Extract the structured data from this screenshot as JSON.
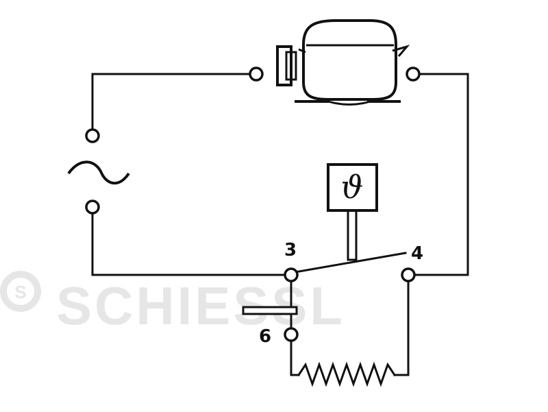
{
  "diagram": {
    "terminal_labels": {
      "common": "3",
      "contact_4": "4",
      "contact_6": "6"
    },
    "thermostat_symbol": "ϑ",
    "ac_source_symbol": "~"
  },
  "watermark": {
    "text": "SCHIESSL",
    "logo_letter": "S"
  },
  "colors": {
    "line": "#111111",
    "background": "#ffffff",
    "watermark": "#e6e6e6"
  }
}
